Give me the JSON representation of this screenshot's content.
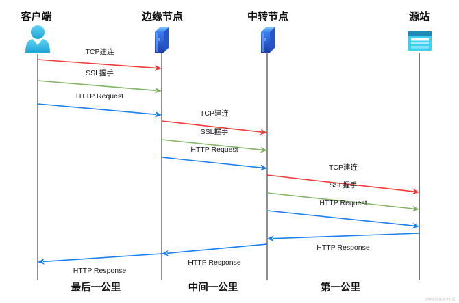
{
  "nodes": [
    {
      "id": "client",
      "title": "客户端",
      "icon": "user-icon"
    },
    {
      "id": "edge",
      "title": "边缘节点",
      "icon": "server-icon"
    },
    {
      "id": "relay",
      "title": "中转节点",
      "icon": "server-icon"
    },
    {
      "id": "origin",
      "title": "源站",
      "icon": "website-icon"
    }
  ],
  "messages": [
    {
      "label": "TCP建连",
      "from": 0,
      "to": 1,
      "kind": "tcp"
    },
    {
      "label": "SSL握手",
      "from": 0,
      "to": 1,
      "kind": "ssl"
    },
    {
      "label": "HTTP Request",
      "from": 0,
      "to": 1,
      "kind": "http"
    },
    {
      "label": "TCP建连",
      "from": 1,
      "to": 2,
      "kind": "tcp"
    },
    {
      "label": "SSL握手",
      "from": 1,
      "to": 2,
      "kind": "ssl"
    },
    {
      "label": "HTTP Request",
      "from": 1,
      "to": 2,
      "kind": "http"
    },
    {
      "label": "TCP建连",
      "from": 2,
      "to": 3,
      "kind": "tcp"
    },
    {
      "label": "SSL握手",
      "from": 2,
      "to": 3,
      "kind": "ssl"
    },
    {
      "label": "HTTP Request",
      "from": 2,
      "to": 3,
      "kind": "http"
    },
    {
      "label": "HTTP Response",
      "from": 3,
      "to": 2,
      "kind": "http"
    },
    {
      "label": "HTTP Response",
      "from": 2,
      "to": 1,
      "kind": "http"
    },
    {
      "label": "HTTP Response",
      "from": 1,
      "to": 0,
      "kind": "http"
    }
  ],
  "segments": [
    {
      "label": "最后一公里",
      "between": [
        0,
        1
      ]
    },
    {
      "label": "中间一公里",
      "between": [
        1,
        2
      ]
    },
    {
      "label": "第一公里",
      "between": [
        2,
        3
      ]
    }
  ],
  "colors": {
    "tcp": "#f03a3a",
    "ssl": "#82b366",
    "http": "#1a7ff0",
    "lifeline": "#555555"
  },
  "watermark": "@稀土掘金技术社区"
}
